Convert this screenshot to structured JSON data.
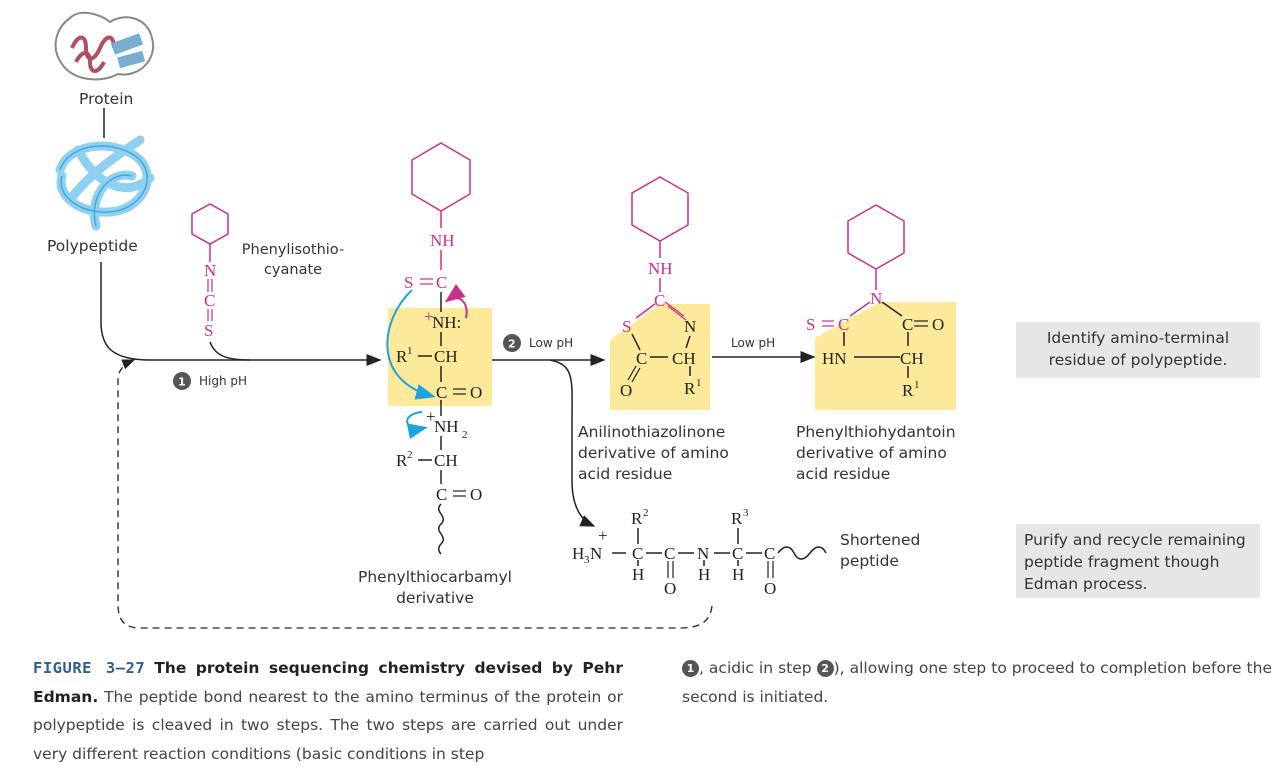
{
  "labels": {
    "protein": "Protein",
    "polypeptide": "Polypeptide",
    "reagent_line1": "Phenylisothio-",
    "reagent_line2": "cyanate",
    "step1_num": "1",
    "step1_text": "High pH",
    "step2_num": "2",
    "step2_text": "Low pH",
    "low_ph": "Low pH",
    "ptc_line1": "Phenylthiocarbamyl",
    "ptc_line2": "derivative",
    "atz_line1": "Anilinothiazolinone",
    "atz_line2": "derivative of amino",
    "atz_line3": "acid residue",
    "pth_line1": "Phenylthiohydantoin",
    "pth_line2": "derivative of amino",
    "pth_line3": "acid residue",
    "shortened_line1": "Shortened",
    "shortened_line2": "peptide"
  },
  "boxes": {
    "identify": "Identify amino-terminal residue of polypeptide.",
    "purify": "Purify and recycle remaining peptide fragment though Edman process."
  },
  "caption": {
    "label": "FIGURE 3–27",
    "title": "The protein sequencing chemistry devised by Pehr Edman.",
    "body_part1": "The peptide bond nearest to the amino terminus of the protein or polypeptide is cleaved in two steps. The two steps are carried out under very different reaction conditions (basic conditions in step",
    "step1_ref": "1",
    "body_part2": ", acidic in step",
    "step2_ref": "2",
    "body_part3": "), allowing one step to proceed to completion before the second is initiated."
  },
  "chem": {
    "NH": "NH",
    "S": "S",
    "C": "C",
    "N": "N",
    "NHplus": "NH:",
    "plus": "+",
    "R": "R",
    "CH": "CH",
    "O": "O",
    "NH2": "NH",
    "sub1": "1",
    "sub2": "2",
    "sub3": "3",
    "HN": "HN",
    "H3N": "H",
    "H": "H"
  },
  "colors": {
    "magenta": "#cc2e8c",
    "yellow": "#fce99a",
    "blue": "#1fa3db",
    "gray_box": "#e6e6e6",
    "caption_label": "#2d5f8f"
  },
  "icons": {
    "protein": "protein-ribbon-icon",
    "polypeptide": "polypeptide-coil-icon"
  }
}
